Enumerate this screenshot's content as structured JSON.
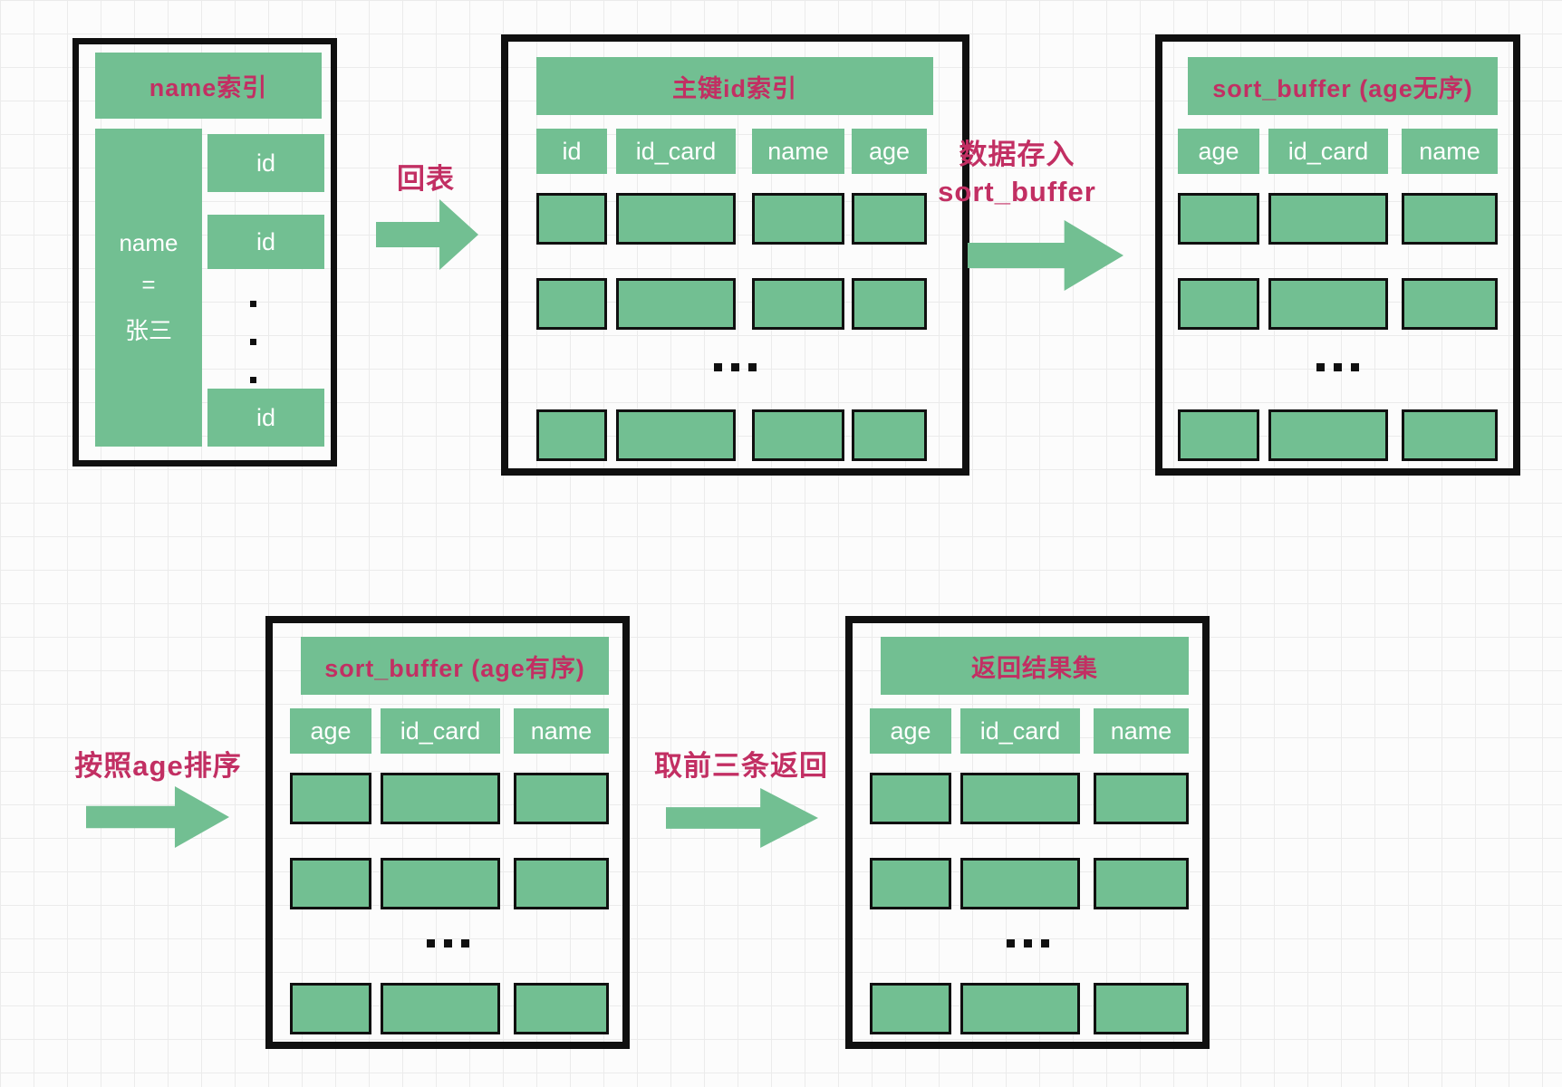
{
  "palette": {
    "green": "#72bf92",
    "pink": "#c22f63",
    "border_black": "#101010",
    "cell_text_white": "#ffffff"
  },
  "boxes": {
    "name_index": {
      "title": "name索引",
      "key_cell_lines": [
        "name",
        "=",
        "张三"
      ],
      "id_cells": [
        "id",
        "id",
        "id"
      ],
      "vertical_ellipsis": "⋮"
    },
    "primary_index": {
      "title": "主键id索引",
      "headers": [
        "id",
        "id_card",
        "name",
        "age"
      ],
      "ellipsis": "..."
    },
    "sort_buffer_unordered": {
      "title": "sort_buffer (age无序)",
      "headers": [
        "age",
        "id_card",
        "name"
      ],
      "ellipsis": "..."
    },
    "sort_buffer_ordered": {
      "title": "sort_buffer (age有序)",
      "headers": [
        "age",
        "id_card",
        "name"
      ],
      "ellipsis": "..."
    },
    "result_set": {
      "title": "返回结果集",
      "headers": [
        "age",
        "id_card",
        "name"
      ],
      "ellipsis": "..."
    }
  },
  "arrows": {
    "back_to_table": {
      "label": "回表"
    },
    "store_into_buffer": {
      "label_line1": "数据存入",
      "label_line2": "sort_buffer"
    },
    "sort_by_age": {
      "label": "按照age排序"
    },
    "return_top3": {
      "label": "取前三条返回"
    }
  }
}
